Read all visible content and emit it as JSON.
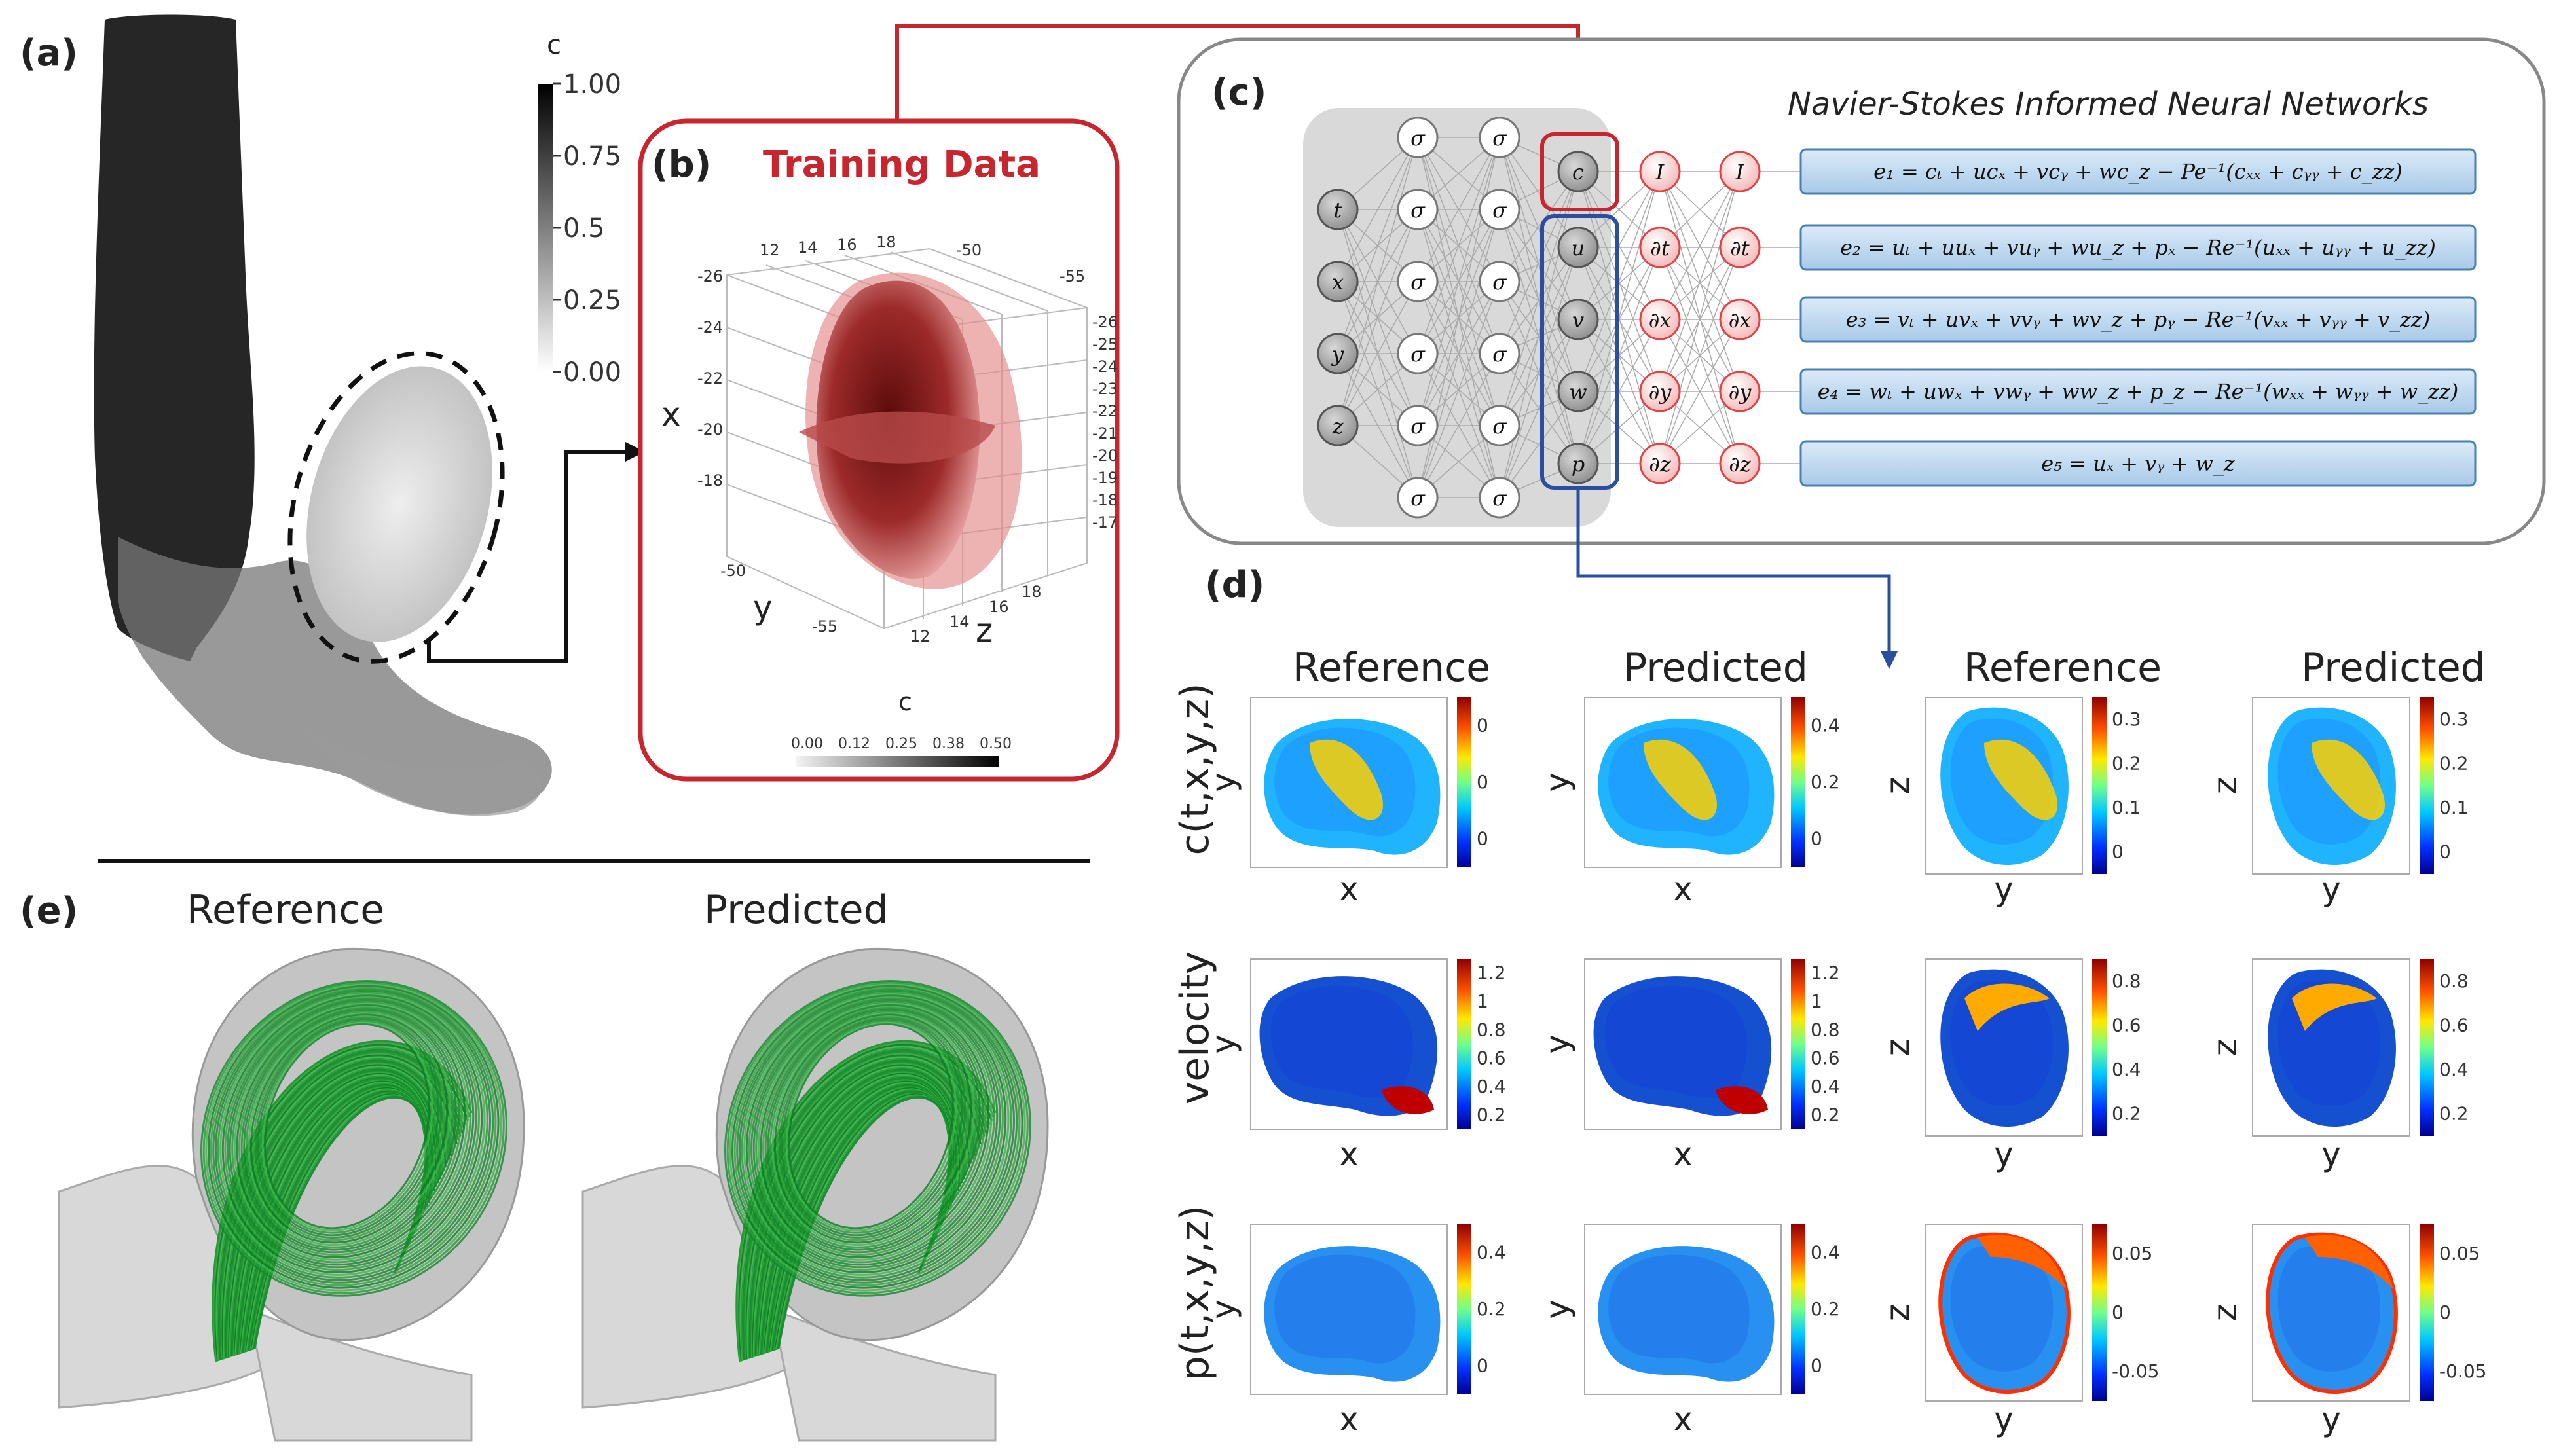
{
  "panel_labels": {
    "a": "(a)",
    "b": "(b)",
    "c": "(c)",
    "d": "(d)",
    "e": "(e)"
  },
  "panel_a": {
    "colorbar_title": "c",
    "colorbar_ticks": [
      "1.00",
      "0.75",
      "0.5",
      "0.25",
      "0.00"
    ]
  },
  "panel_b": {
    "title": "Training Data",
    "axis_x": "x",
    "axis_y": "y",
    "axis_z": "z",
    "ticks_top": [
      "12",
      "14",
      "16",
      "18",
      "-50",
      "-55"
    ],
    "ticks_left": [
      "-26",
      "-24",
      "-22",
      "-20",
      "-18"
    ],
    "ticks_right": [
      "-26",
      "-25",
      "-24",
      "-23",
      "-22",
      "-21",
      "-20",
      "-19",
      "-18",
      "-17"
    ],
    "ticks_bottom_y": [
      "-50",
      "-55"
    ],
    "ticks_bottom_z": [
      "12",
      "14",
      "16",
      "18"
    ],
    "colorbar_title": "c",
    "colorbar_ticks": [
      "0.00",
      "0.12",
      "0.25",
      "0.38",
      "0.50"
    ]
  },
  "panel_c": {
    "title": "Navier-Stokes Informed Neural Networks",
    "inputs": [
      "t",
      "x",
      "y",
      "z"
    ],
    "sigma": "σ",
    "outputs": [
      "c",
      "u",
      "v",
      "w",
      "p"
    ],
    "ops1": [
      "I",
      "∂t",
      "∂x",
      "∂y",
      "∂z"
    ],
    "ops2": [
      "I",
      "∂t",
      "∂x",
      "∂y",
      "∂z"
    ],
    "equations": [
      "e₁ = cₜ + ucₓ + vcᵧ + wc_z − Pe⁻¹(cₓₓ + cᵧᵧ + c_zz)",
      "e₂ = uₜ + uuₓ + vuᵧ + wu_z + pₓ − Re⁻¹(uₓₓ + uᵧᵧ + u_zz)",
      "e₃ = vₜ + uvₓ + vvᵧ + wv_z + pᵧ − Re⁻¹(vₓₓ + vᵧᵧ + v_zz)",
      "e₄ = wₜ + uwₓ + vwᵧ + ww_z + p_z − Re⁻¹(wₓₓ + wᵧᵧ + w_zz)",
      "e₅ = uₓ + vᵧ + w_z"
    ]
  },
  "panel_d": {
    "col_titles": [
      "Reference",
      "Predicted",
      "Reference",
      "Predicted"
    ],
    "row_labels": [
      "c(t,x,y,z)",
      "velocity",
      "p(t,x,y,z)"
    ],
    "axes": {
      "xy_x": "x",
      "xy_y": "y",
      "yz_x": "y",
      "yz_y": "z"
    },
    "colorbars": [
      [
        [
          "0",
          "0",
          "0"
        ],
        [
          "0.4",
          "0.2",
          "0"
        ],
        [
          "0.3",
          "0.2",
          "0.1",
          "0"
        ],
        [
          "0.3",
          "0.2",
          "0.1",
          "0"
        ]
      ],
      [
        [
          "1.2",
          "1",
          "0.8",
          "0.6",
          "0.4",
          "0.2"
        ],
        [
          "1.2",
          "1",
          "0.8",
          "0.6",
          "0.4",
          "0.2"
        ],
        [
          "0.8",
          "0.6",
          "0.4",
          "0.2"
        ],
        [
          "0.8",
          "0.6",
          "0.4",
          "0.2"
        ]
      ],
      [
        [
          "0.4",
          "0.2",
          "0"
        ],
        [
          "0.4",
          "0.2",
          "0"
        ],
        [
          "0.05",
          "0",
          "-0.05"
        ],
        [
          "0.05",
          "0",
          "-0.05"
        ]
      ]
    ]
  },
  "panel_e": {
    "titles": [
      "Reference",
      "Predicted"
    ]
  },
  "colors": {
    "red": "#c8262e",
    "blue": "#2a4fa0",
    "eqbox": "#b9d5ee",
    "jet_dark": "#0a1f8f"
  }
}
